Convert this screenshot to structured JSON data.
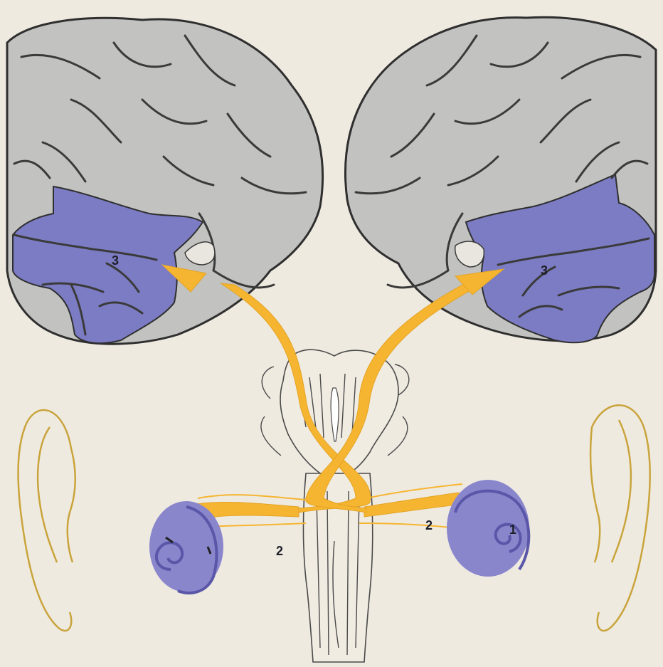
{
  "colors": {
    "paper": "#efeae0",
    "brain_gray": "#c2c2c0",
    "auditory_cortex": "#7c7cc4",
    "cochlea": "#8a86cc",
    "pathway": "#f6b531",
    "ear_outline": "#c9a43b",
    "outline": "#3a3a3a"
  },
  "labels": {
    "cochlea_right": "1",
    "nerve_left": "2",
    "nerve_right": "2",
    "cortex_left": "3",
    "cortex_right": "3"
  }
}
